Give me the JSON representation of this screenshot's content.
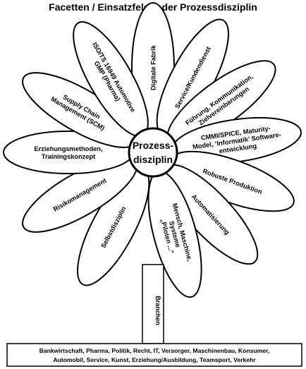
{
  "title": "Facetten / Einsatzfelder der Prozessdisziplin",
  "center": {
    "lines": [
      "Prozess-",
      "disziplin"
    ]
  },
  "petals": [
    {
      "angle": -90,
      "lines": [
        "Digitale Fabrik"
      ]
    },
    {
      "angle": -62,
      "lines": [
        "Service/Kundendienst"
      ]
    },
    {
      "angle": -36,
      "lines": [
        "Führung, Kommunikation,",
        "Zielvereinbarungen"
      ]
    },
    {
      "angle": -8,
      "lines": [
        "CMMI/SPICE, Maturity-",
        "Model, ‘Informatik’ Software-",
        "entwicklung"
      ]
    },
    {
      "angle": 20,
      "lines": [
        "Robuste Produktion"
      ]
    },
    {
      "angle": 47,
      "lines": [
        "Automatisierung"
      ]
    },
    {
      "angle": 75,
      "lines": [
        "Mensch, Maschine,",
        "Systeme",
        "„Piloten ...“"
      ]
    },
    {
      "angle": 118,
      "lines": [
        "Selbstdisziplin"
      ]
    },
    {
      "angle": 150,
      "lines": [
        "Risikomanagement"
      ]
    },
    {
      "angle": 180,
      "lines": [
        "Erziehungsmethoden,",
        "Trainingskonzept"
      ]
    },
    {
      "angle": 210,
      "lines": [
        "Supply Chain",
        "Management (SCM)"
      ]
    },
    {
      "angle": 240,
      "lines": [
        "ISO/TS 16949 Automotive",
        "GMP (Pharma)"
      ]
    }
  ],
  "stem_label": "Branchen",
  "base_lines": [
    "Bankwirtschaft, Pharma, Politik, Recht, IT, Versorger, Maschinenbau, Konsumer,",
    "Automobil, Service, Kunst, Erziehung/Ausbildung, Teamsport, Verkehr"
  ]
}
